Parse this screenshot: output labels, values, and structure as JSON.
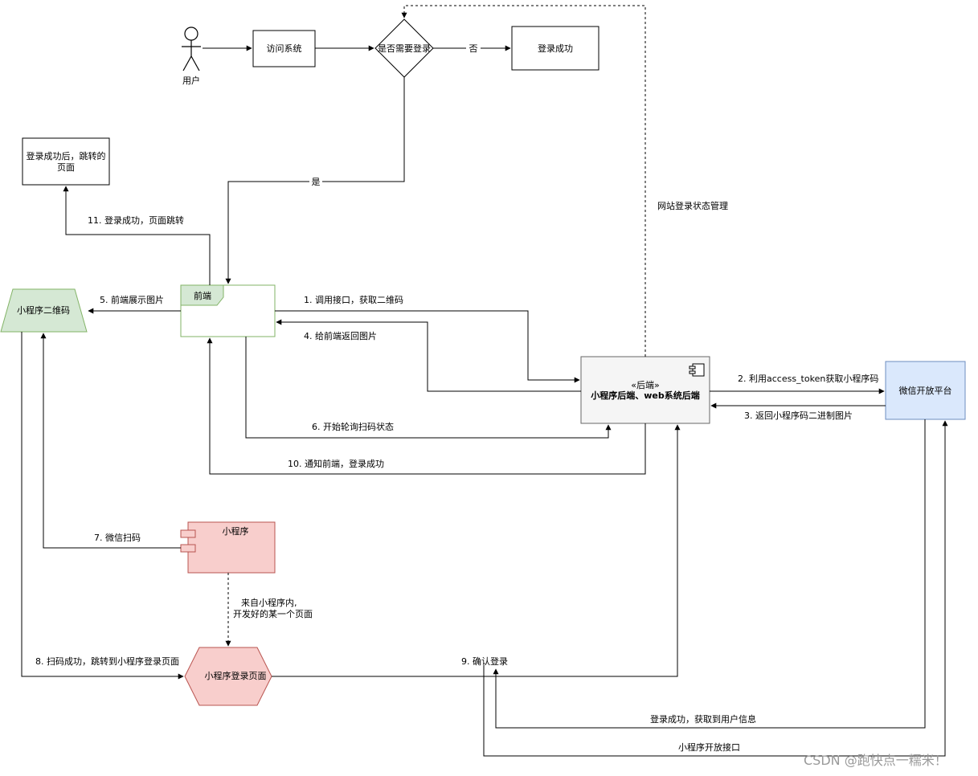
{
  "nodes": {
    "user_label": "用户",
    "visit": "访问系统",
    "decision": "是否需要登录",
    "login_ok": "登录成功",
    "redirect_page": [
      "登录成功后，跳转的",
      "页面"
    ],
    "frontend": "前端",
    "qrcode": "小程序二维码",
    "backend_stereo": "«后端»",
    "backend_name": "小程序后端、web系统后端",
    "wechat": "微信开放平台",
    "miniapp": "小程序",
    "miniapp_login": "小程序登录页面"
  },
  "edges": {
    "no": "否",
    "yes": "是",
    "site_state": "网站登录状态管理",
    "e1": "1. 调用接口，获取二维码",
    "e2": "2. 利用access_token获取小程序码",
    "e3": "3. 返回小程序码二进制图片",
    "e4": "4. 给前端返回图片",
    "e5": "5. 前端展示图片",
    "e6": "6. 开始轮询扫码状态",
    "e7": "7. 微信扫码",
    "e8": "8. 扫码成功，跳转到小程序登录页面",
    "e9": "9. 确认登录",
    "e10": "10. 通知前端，登录成功",
    "e11": "11. 登录成功，页面跳转",
    "from_miniapp": [
      "来自小程序内,",
      "开发好的某一个页面"
    ],
    "get_user": "登录成功，获取到用户信息",
    "open_api": "小程序开放接口"
  },
  "watermark": "CSDN @跑快点一糯米！",
  "colors": {
    "frontend_stroke": "#82b366",
    "qrcode_fill": "#d5e8d4",
    "backend_fill": "#f5f5f5",
    "wechat_fill": "#dae8fc",
    "miniapp_fill": "#f8cecc",
    "miniapp_stroke": "#b85450"
  }
}
